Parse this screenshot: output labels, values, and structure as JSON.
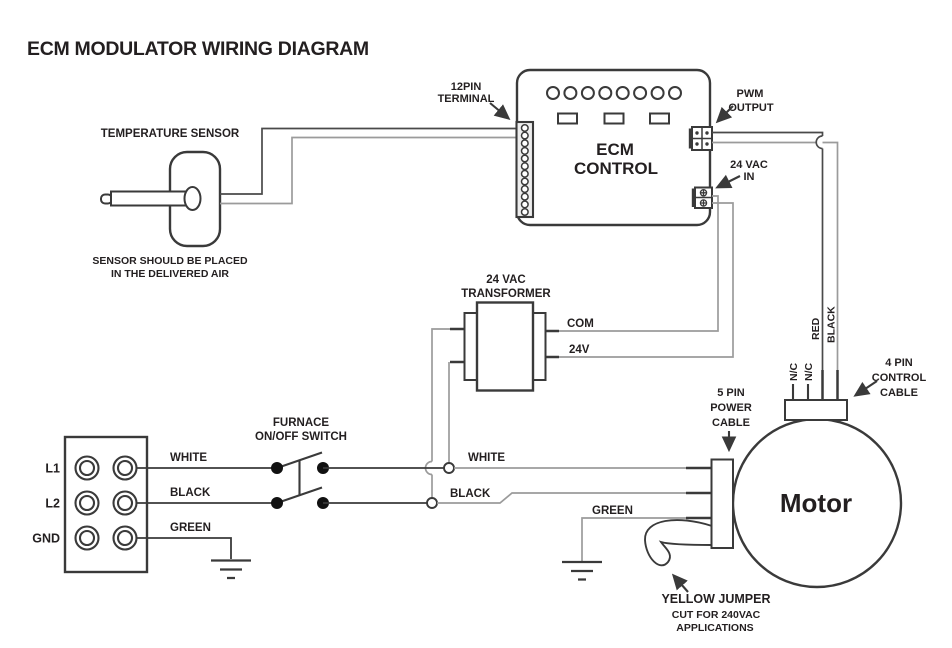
{
  "title": "ECM MODULATOR WIRING DIAGRAM",
  "colors": {
    "line": "#3a3a3a",
    "wire_gray": "#9b9b9b",
    "text": "#231f20",
    "background": "#ffffff"
  },
  "sensor": {
    "label": "TEMPERATURE SENSOR",
    "note1": "SENSOR SHOULD BE PLACED",
    "note2": "IN THE DELIVERED AIR"
  },
  "ecm": {
    "name1": "ECM",
    "name2": "CONTROL",
    "terminal1": "12PIN",
    "terminal2": "TERMINAL",
    "pwm1": "PWM",
    "pwm2": "OUTPUT",
    "vac1": "24 VAC",
    "vac2": "IN"
  },
  "transformer": {
    "label1": "24 VAC",
    "label2": "TRANSFORMER",
    "com": "COM",
    "v24": "24V"
  },
  "block": {
    "l1": "L1",
    "l2": "L2",
    "gnd": "GND",
    "white": "WHITE",
    "black": "BLACK",
    "green": "GREEN"
  },
  "switch": {
    "label1": "FURNACE",
    "label2": "ON/OFF SWITCH"
  },
  "feed": {
    "white": "WHITE",
    "black": "BLACK",
    "green": "GREEN"
  },
  "motor": {
    "label": "Motor",
    "nc1": "N/C",
    "nc2": "N/C",
    "red": "RED",
    "black": "BLACK",
    "power1": "5 PIN",
    "power2": "POWER",
    "power3": "CABLE",
    "control1": "4 PIN",
    "control2": "CONTROL",
    "control3": "CABLE"
  },
  "jumper": {
    "label1": "YELLOW JUMPER",
    "label2": "CUT FOR 240VAC",
    "label3": "APPLICATIONS"
  }
}
